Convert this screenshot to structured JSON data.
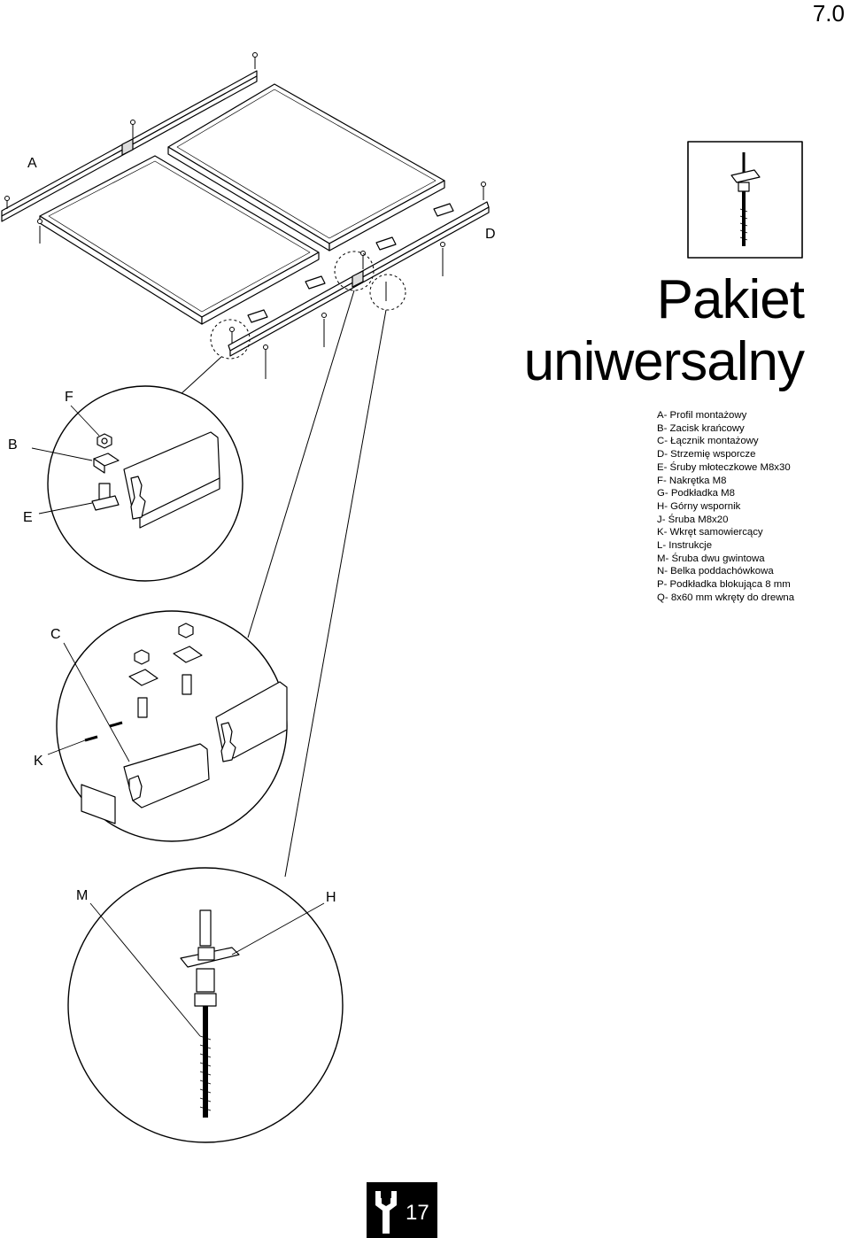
{
  "header": {
    "section_number": "7.0"
  },
  "title": {
    "line1": "Pakiet",
    "line2": "uniwersalny"
  },
  "legend": [
    "A- Profil montażowy",
    "B- Zacisk krańcowy",
    "C- Łącznik montażowy",
    "D- Strzemię wsporcze",
    "E- Śruby młoteczkowe M8x30",
    "F- Nakrętka M8",
    "G- Podkładka M8",
    "H- Górny wspornik",
    "J- Śruba M8x20",
    "K- Wkręt samowiercący",
    "L- Instrukcje",
    "M- Śruba dwu gwintowa",
    "N- Belka poddachówkowa",
    "P- Podkładka blokująca 8 mm",
    "Q- 8x60 mm wkręty do drewna"
  ],
  "callouts": {
    "a": "A",
    "d": "D",
    "f": "F",
    "b": "B",
    "e": "E",
    "c": "C",
    "k": "K",
    "m": "M",
    "h": "H"
  },
  "footer": {
    "page_number": "17",
    "icon": "wrench-icon"
  }
}
